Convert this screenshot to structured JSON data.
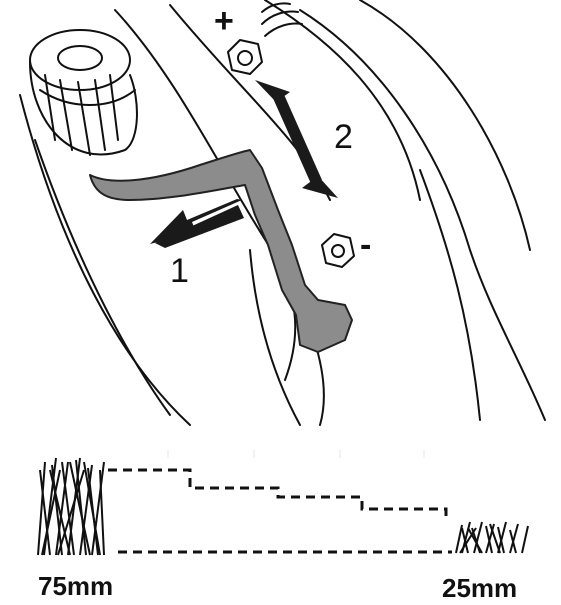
{
  "illustration": {
    "steps": [
      {
        "number": "1",
        "action": "pull lever out"
      },
      {
        "number": "2",
        "action": "move lever to adjust height"
      }
    ],
    "direction_signs": {
      "plus": "+",
      "minus": "-"
    }
  },
  "height_scale": {
    "max_label": "75mm",
    "min_label": "25mm",
    "levels": 6
  },
  "colors": {
    "line": "#111111",
    "lever_fill": "#8c8c8c",
    "arrow": "#1a1a1a"
  }
}
